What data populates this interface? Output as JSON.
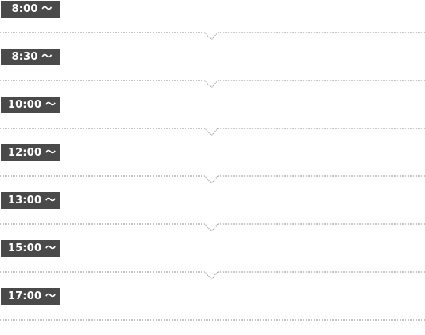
{
  "schedule": {
    "slots": [
      {
        "time": "8:00 〜"
      },
      {
        "time": "8:30 〜"
      },
      {
        "time": "10:00 〜"
      },
      {
        "time": "12:00 〜"
      },
      {
        "time": "13:00 〜"
      },
      {
        "time": "15:00 〜"
      },
      {
        "time": "17:00 〜"
      }
    ],
    "colors": {
      "badge_bg": "#4a4a4a",
      "badge_text": "#ffffff",
      "divider": "#8a8a8a"
    },
    "icons": {
      "divider_pointer": "chevron-down-icon"
    }
  }
}
